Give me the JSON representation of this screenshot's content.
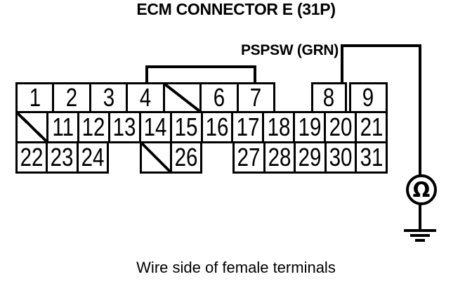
{
  "title": "ECM CONNECTOR E (31P)",
  "wire_label": "PSPSW (GRN)",
  "caption": "Wire side of female terminals",
  "meter": {
    "symbol": "Ω",
    "kind": "ohmmeter"
  },
  "ground": {
    "kind": "ground"
  },
  "connector": {
    "name": "ECM connector E (31P)",
    "rows": [
      {
        "cells": [
          "1",
          "2",
          "3",
          "4",
          "/",
          "6",
          "7",
          "8",
          "9"
        ]
      },
      {
        "cells": [
          "/",
          "11",
          "12",
          "13",
          "14",
          "15",
          "16",
          "17",
          "18",
          "19",
          "20",
          "21"
        ]
      },
      {
        "cells": [
          "22",
          "23",
          "24",
          "/",
          "26",
          "27",
          "28",
          "29",
          "30",
          "31"
        ]
      }
    ]
  },
  "colors": {
    "ink": "#000000",
    "paper": "#ffffff"
  }
}
